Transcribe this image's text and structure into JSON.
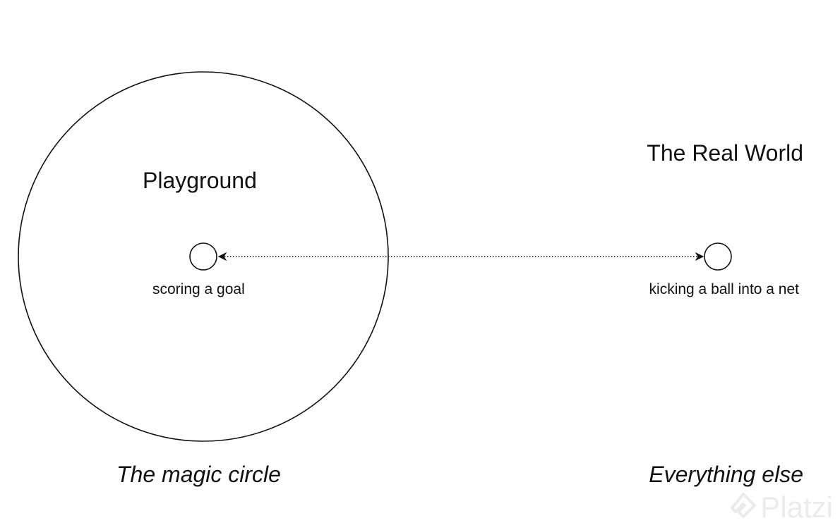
{
  "diagram": {
    "region_title": "Playground",
    "outside_title": "The Real World",
    "inner_node_label": "scoring a goal",
    "outer_node_label": "kicking a ball into a net",
    "caption_left": "The magic circle",
    "caption_right": "Everything else"
  },
  "watermark": {
    "text": "Platzi",
    "icon": "platzi-logo-icon"
  },
  "colors": {
    "ink": "#111111",
    "background": "#ffffff"
  }
}
